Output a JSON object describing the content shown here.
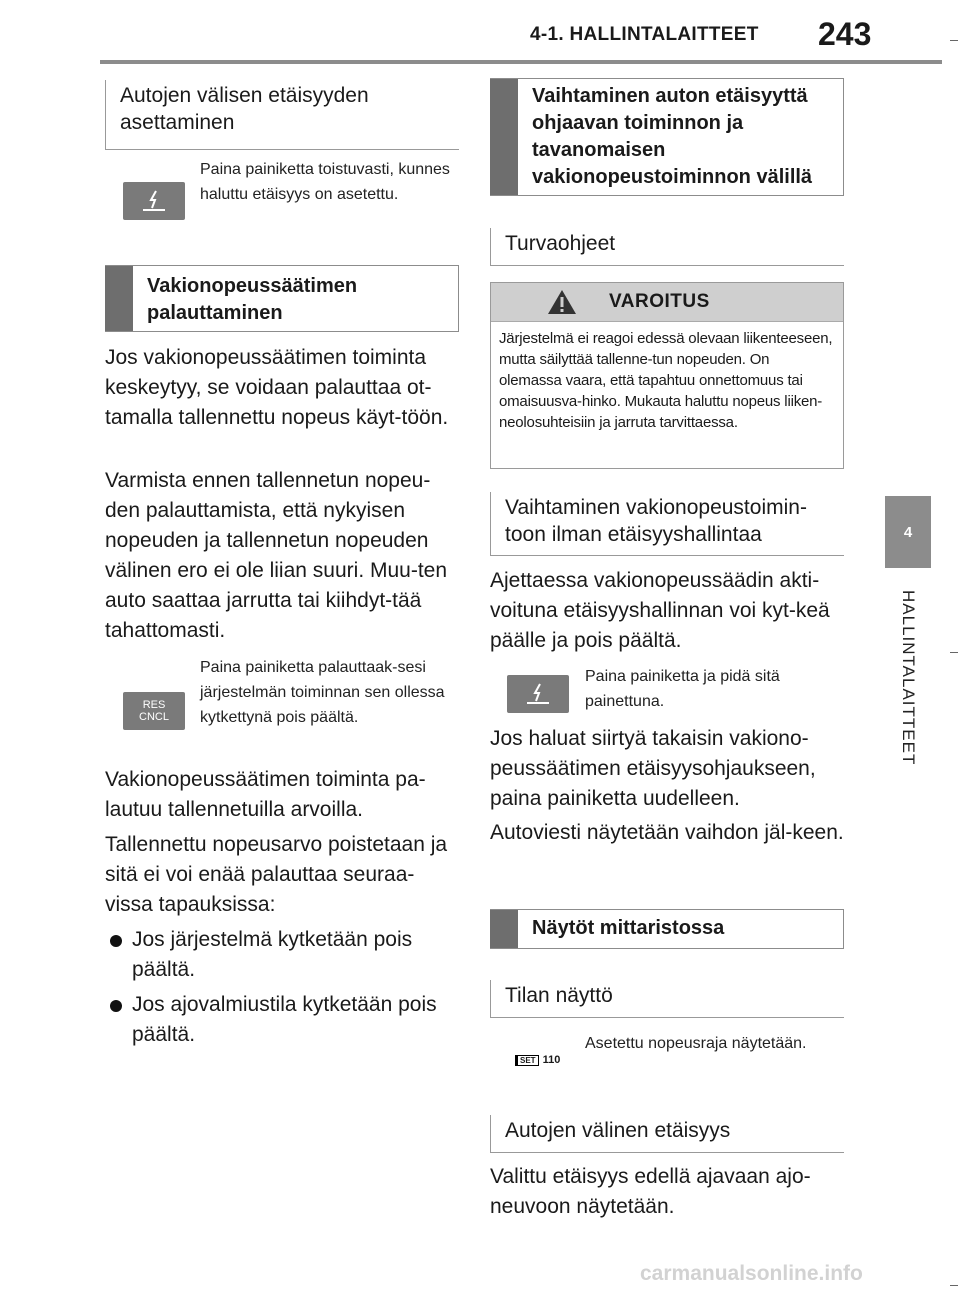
{
  "header": {
    "section": "4-1. HALLINTALAITTEET",
    "page_number": "243"
  },
  "side_tab": {
    "number": "4",
    "label": "HALLINTALAITTEET"
  },
  "left": {
    "box1_title": "Autojen välisen etäisyyden asettaminen",
    "distance_button_text": "Paina painiketta toistuvasti, kunnes haluttu etäisyys on asetettu.",
    "box2_title": "Vakionopeussäätimen palauttaminen",
    "para1": "Jos vakionopeussäätimen toiminta keskeytyy, se voidaan palauttaa ot-tamalla tallennettu nopeus käyt-töön.",
    "para2": "Varmista ennen tallennetun nopeu-den palauttamista, että nykyisen nopeuden ja tallennetun nopeuden välinen ero ei ole liian suuri. Muu-ten auto saattaa jarrutta tai kiihdyt-tää tahattomasti.",
    "res_button_label_top": "RES",
    "res_button_label_bottom": "CNCL",
    "res_button_text": "Paina painiketta palauttaak-sesi järjestelmän toiminnan sen ollessa kytkettynä pois päältä.",
    "para3": "Vakionopeussäätimen toiminta pa-lautuu tallennetuilla arvoilla.",
    "para4": "Tallennettu nopeusarvo poistetaan ja sitä ei voi enää palauttaa seuraa-vissa tapauksissa:",
    "bullets": [
      "Jos järjestelmä kytketään pois päältä.",
      "Jos ajovalmiustila kytketään pois päältä."
    ]
  },
  "right": {
    "box3_title": "Vaihtaminen auton etäisyyttä ohjaavan toiminnon ja tavanomaisen vakionopeustoiminnon välillä",
    "safety_title": "Turvaohjeet",
    "warning_title": "VAROITUS",
    "warning_text": "Järjestelmä ei reagoi edessä olevaan liikenteeseen, mutta säilyttää tallenne-tun nopeuden. On olemassa vaara, että tapahtuu onnettomuus tai omaisuusva-hinko. Mukauta haluttu nopeus liiken-neolosuhteisiin ja jarruta tarvittaessa.",
    "switch_title": "Vaihtaminen vakionopeustoimin-toon ilman etäisyyshallintaa",
    "para5": "Ajettaessa vakionopeussäädin akti-voituna etäisyyshallinnan voi kyt-keä päälle ja pois päältä.",
    "hold_button_text": "Paina painiketta ja pidä sitä painettuna.",
    "para6": "Jos haluat siirtyä takaisin vakiono-peussäätimen etäisyysohjaukseen, paina painiketta uudelleen.",
    "para7": "Autoviesti näytetään vaihdon jäl-keen.",
    "box4_title": "Näytöt mittaristossa",
    "status_title": "Tilan näyttö",
    "set_icon_label": "SET",
    "set_icon_value": "110",
    "set_text": "Asetettu nopeusraja näytetään.",
    "distance_title": "Autojen välinen etäisyys",
    "para8": "Valittu etäisyys edellä ajavaan ajo-neuvoon näytetään."
  },
  "footer": {
    "watermark": "carmanualsonline.info"
  }
}
